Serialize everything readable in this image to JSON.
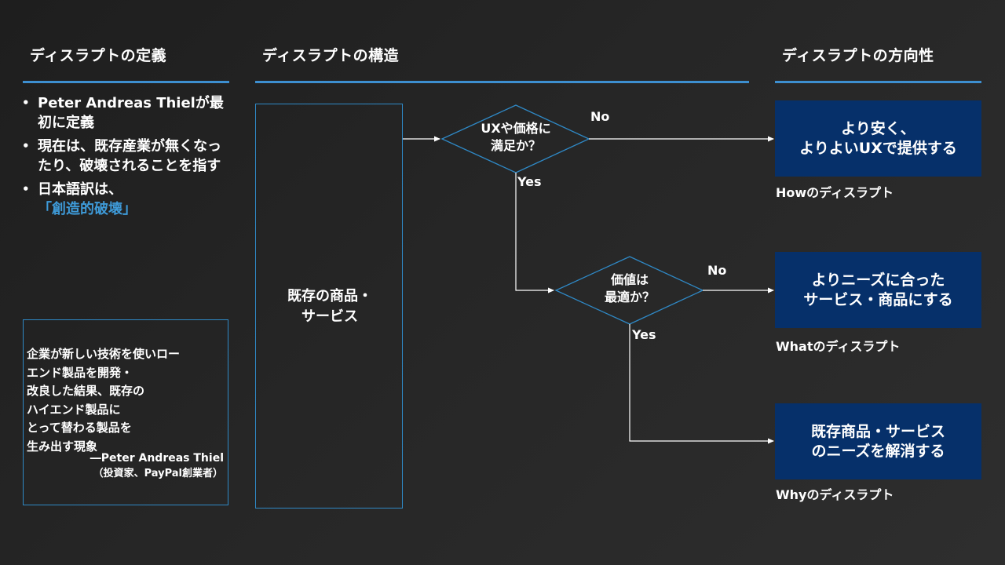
{
  "sections": {
    "definition_title": "ディスラプトの定義",
    "structure_title": "ディスラプトの構造",
    "direction_title": "ディスラプトの方向性"
  },
  "definition": {
    "bullet1": "Peter Andreas Thielが最初に定義",
    "bullet2": "現在は、既存産業が無くなったり、破壊されることを指す",
    "bullet3_prefix": "日本語訳は、",
    "bullet3_highlight": "「創造的破壊」"
  },
  "quote": {
    "text": "企業が新しい技術を使いロー\nエンド製品を開発・\n改良した結果、既存の\nハイエンド製品に\nとって替わる製品を\n生み出す現象",
    "author": "―Peter Andreas Thiel",
    "affiliation": "（投資家、PayPal創業者）"
  },
  "structure": {
    "product_label": "既存の商品・\nサービス",
    "decision1": "UXや価格に\n満足か？",
    "decision2": "価値は\n最適か？",
    "no_label_1": "No",
    "yes_label_1": "Yes",
    "no_label_2": "No",
    "yes_label_2": "Yes"
  },
  "directions": [
    {
      "box": "より安く、\nよりよいUXで提供する",
      "caption": "Howのディスラプト"
    },
    {
      "box": "よりニーズに合った\nサービス・商品にする",
      "caption": "Whatのディスラプト"
    },
    {
      "box": "既存商品・サービス\nのニーズを解消する",
      "caption": "Whyのディスラプト"
    }
  ],
  "colors": {
    "accent_line": "#3d8fd0",
    "highlight_text": "#3e9ad8",
    "box_outline": "#2f89c6",
    "result_fill": "#06306a"
  }
}
